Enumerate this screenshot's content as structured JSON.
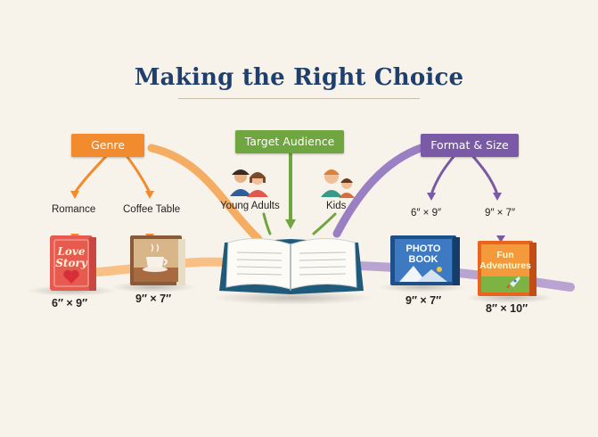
{
  "title": "Making the Right Choice",
  "categories": {
    "genre": {
      "label": "Genre",
      "options": [
        {
          "label": "Romance",
          "book_title": [
            "Love",
            "Story"
          ],
          "size": "6″ × 9″"
        },
        {
          "label": "Coffee Table",
          "size": "9″ × 7″"
        }
      ]
    },
    "audience": {
      "label": "Target Audience",
      "options": [
        {
          "label": "Young Adults"
        },
        {
          "label": "Kids"
        }
      ]
    },
    "format": {
      "label": "Format & Size",
      "options": [
        {
          "label": "6″ × 9″",
          "book_title": [
            "PHOTO",
            "BOOK"
          ],
          "size": "9″ × 7″"
        },
        {
          "label": "9″ × 7″",
          "book_title": [
            "Fun",
            "Adventures"
          ],
          "size": "8″ × 10″"
        }
      ]
    }
  },
  "colors": {
    "title": "#1f3f6e",
    "genre": "#f28a2e",
    "audience": "#6fa63f",
    "format": "#7a5aa6",
    "book": "#1f5a7a"
  },
  "icons": {
    "center": "open-book-icon",
    "young_adults": "people-icon",
    "kids": "children-icon",
    "coffee": "coffee-cup-icon",
    "mountains": "mountain-icon",
    "rocket": "rocket-icon"
  }
}
